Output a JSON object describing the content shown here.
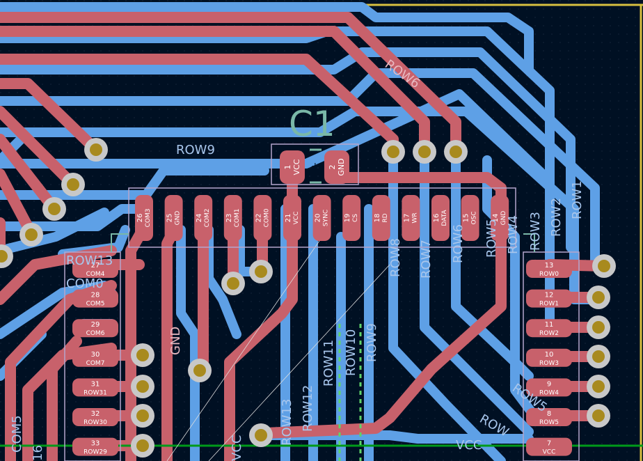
{
  "colors": {
    "background": "#001023",
    "front_copper": "#c8616b",
    "back_copper": "#5ea0e6",
    "via_ring": "#c8c8c8",
    "via_hole": "#a88a1e",
    "silk": "#b6a6cc",
    "edge_cuts": "#d8c040",
    "ref_text": "#7ab8a8",
    "net_label_back": "#a8c6ec",
    "net_label_front": "#e8b8c0",
    "ground_line": "#009a1a"
  },
  "component": {
    "reference": "C1",
    "polarity": "+",
    "pad1": {
      "number": "1",
      "net": "VCC"
    },
    "pad2": {
      "number": "2",
      "net": "GND"
    }
  },
  "ic_pins": [
    {
      "num": "26",
      "net": "COM3"
    },
    {
      "num": "25",
      "net": "GND"
    },
    {
      "num": "24",
      "net": "COM2"
    },
    {
      "num": "23",
      "net": "COM1"
    },
    {
      "num": "22",
      "net": "COM0"
    },
    {
      "num": "21",
      "net": "VCC"
    },
    {
      "num": "20",
      "net": "SYNC"
    },
    {
      "num": "19",
      "net": "CS"
    },
    {
      "num": "18",
      "net": "RD"
    },
    {
      "num": "17",
      "net": "WR"
    },
    {
      "num": "16",
      "net": "DATA"
    },
    {
      "num": "15",
      "net": "OSC"
    },
    {
      "num": "14",
      "net": "GND"
    }
  ],
  "left_pins": [
    {
      "num": "27",
      "net": "COM4"
    },
    {
      "num": "28",
      "net": "COM5"
    },
    {
      "num": "29",
      "net": "COM6"
    },
    {
      "num": "30",
      "net": "COM7"
    },
    {
      "num": "31",
      "net": "ROW31"
    },
    {
      "num": "32",
      "net": "ROW30"
    },
    {
      "num": "33",
      "net": "ROW29"
    }
  ],
  "right_pins": [
    {
      "num": "13",
      "net": "ROW0"
    },
    {
      "num": "12",
      "net": "ROW1"
    },
    {
      "num": "11",
      "net": "ROW2"
    },
    {
      "num": "10",
      "net": "ROW3"
    },
    {
      "num": "9",
      "net": "ROW4"
    },
    {
      "num": "8",
      "net": "ROW5"
    },
    {
      "num": "7",
      "net": "VCC"
    }
  ],
  "track_labels": {
    "row6": "ROW6",
    "row9_top": "ROW9",
    "row1": "ROW1",
    "row2": "ROW2",
    "row3": "ROW3",
    "row4": "ROW4",
    "row5": "ROW5",
    "row6_v": "ROW6",
    "row7": "ROW7",
    "row8": "ROW8",
    "row9_v": "ROW9",
    "row10": "ROW10",
    "row11": "ROW11",
    "row12": "ROW12",
    "row13_v": "ROW13",
    "row13_h": "ROW13",
    "com0": "COM0",
    "gnd": "GND",
    "vcc_bottom": "VCC",
    "vcc_left": "VCC",
    "com5_side": "COM5",
    "com6_side": "16",
    "row5_diag": "ROW5",
    "row_diag_b": "ROW"
  }
}
